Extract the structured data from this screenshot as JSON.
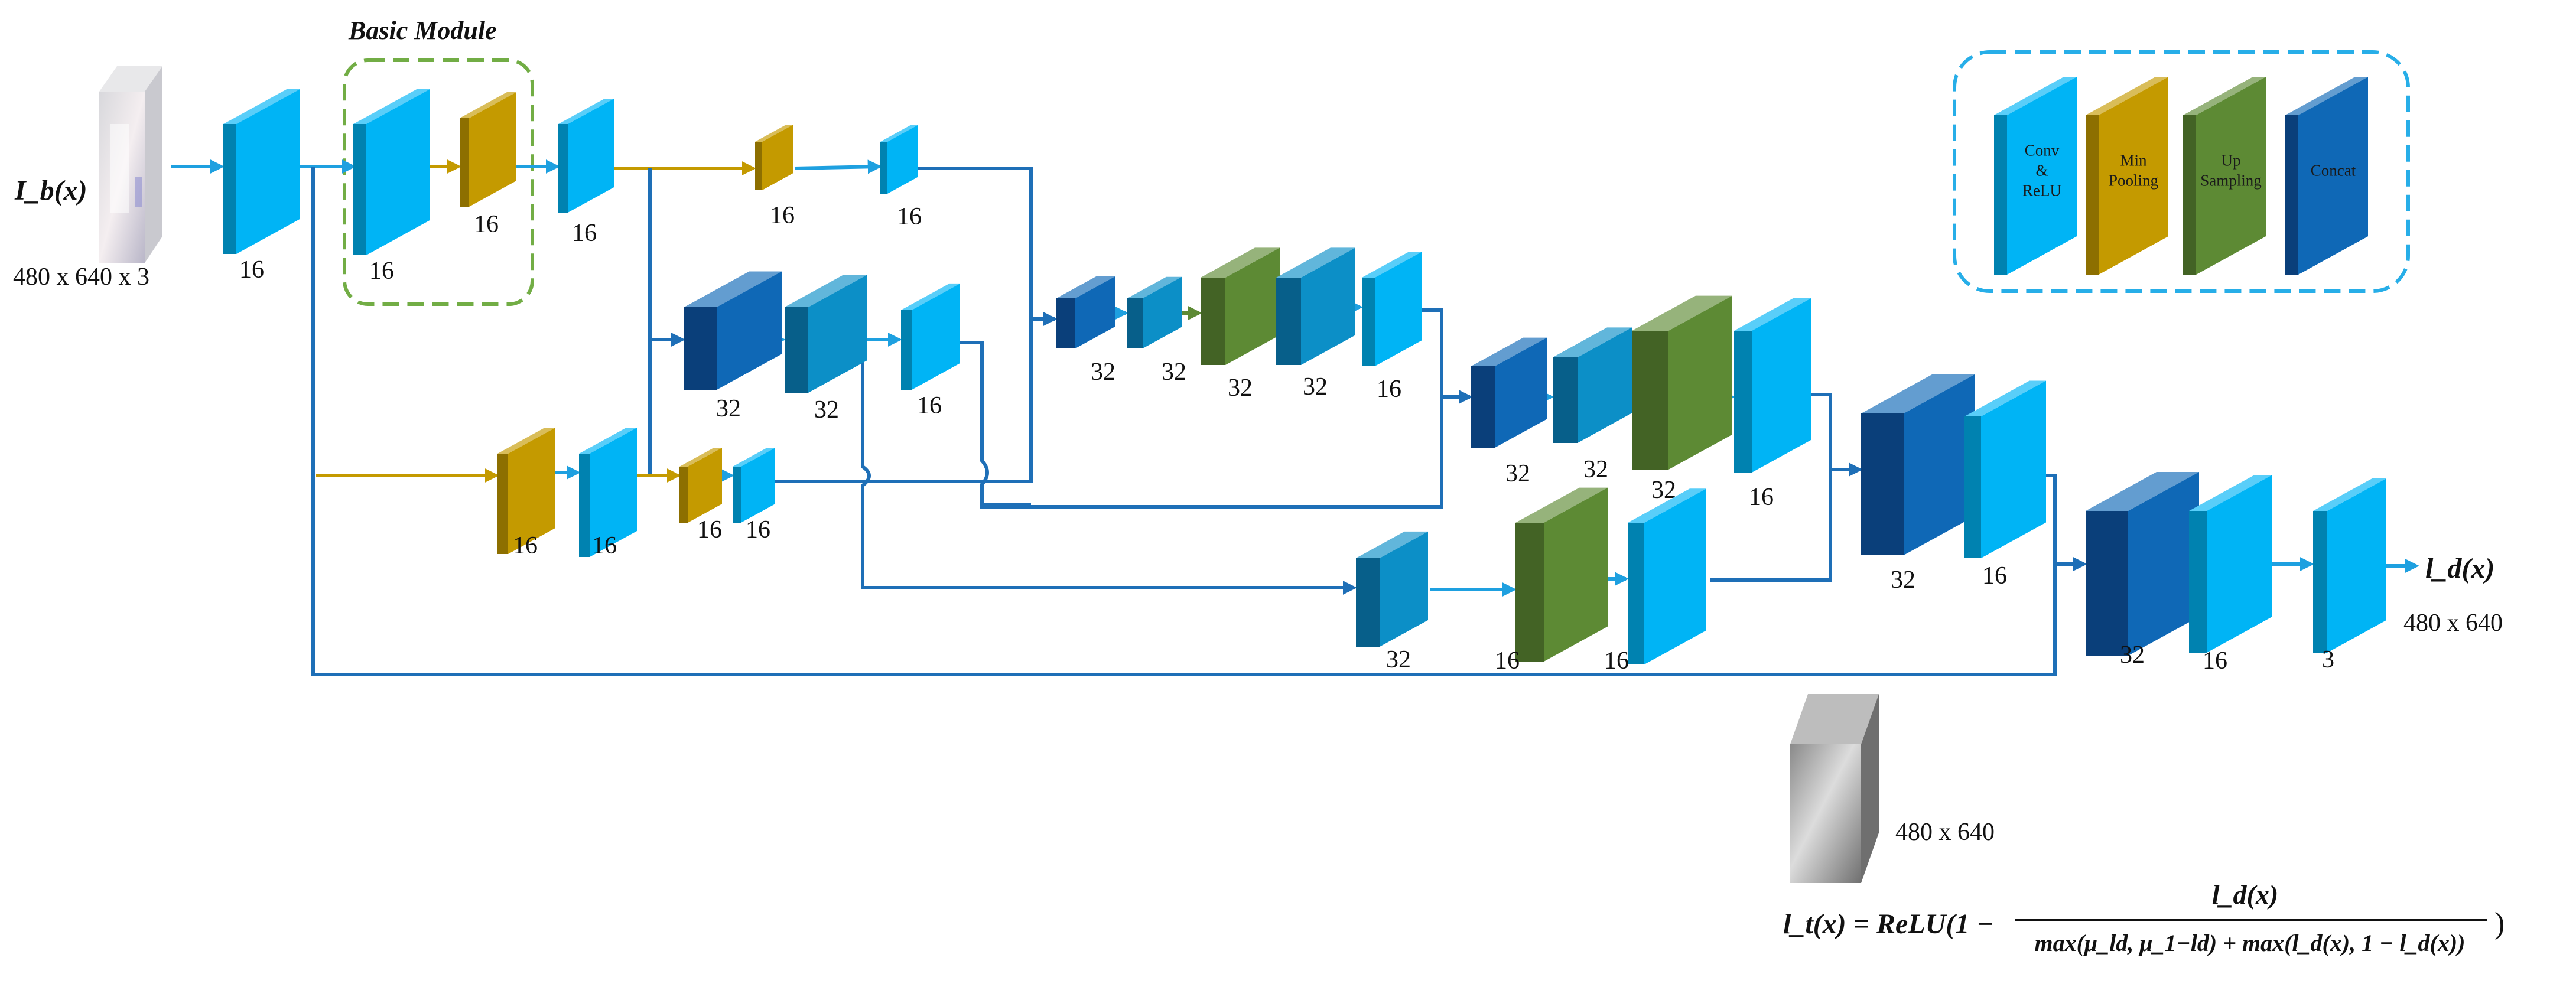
{
  "colors": {
    "conv": "#00b4f5",
    "pool": "#c49a00",
    "up": "#5d8a34",
    "concat": "#0f68b6",
    "arrow_conv": "#1ea0e0",
    "arrow_pool": "#c49a00",
    "arrow_up": "#5d8a34",
    "line": "#1e6fb7",
    "basic_border": "#72ad45",
    "legend_border": "#27aee8"
  },
  "texts": {
    "basic_module_title": "Basic Module",
    "input_label": "I_b(x)",
    "input_dims": "480 x 640 x 3",
    "output_label": "l_d(x)",
    "output_dims": "480  x 640",
    "map_dims": "480  x 640",
    "formula_lhs": "l_t(x) = ReLU(1 −",
    "formula_num": "l_d(x)",
    "formula_den": "max(μ_ld, μ_1−ld) + max(l_d(x), 1 − l_d(x))",
    "formula_close": ")"
  },
  "legend": [
    {
      "type": "conv",
      "lines": [
        "Conv",
        "&",
        "ReLU"
      ]
    },
    {
      "type": "pool",
      "lines": [
        "Min",
        "Pooling"
      ]
    },
    {
      "type": "up",
      "lines": [
        "Up",
        "Sampling"
      ]
    },
    {
      "type": "concat",
      "lines": [
        "Concat"
      ]
    }
  ],
  "blocks": [
    {
      "id": "b1",
      "type": "conv",
      "label": "16"
    },
    {
      "id": "b2",
      "type": "conv",
      "label": "16"
    },
    {
      "id": "b3",
      "type": "pool",
      "label": "16"
    },
    {
      "id": "b4",
      "type": "conv",
      "label": "16"
    },
    {
      "id": "b5",
      "type": "pool",
      "label": "16"
    },
    {
      "id": "b6",
      "type": "conv",
      "label": "16"
    },
    {
      "id": "b7",
      "type": "concat",
      "label": "32"
    },
    {
      "id": "b8",
      "type": "convd",
      "label": "32"
    },
    {
      "id": "b9",
      "type": "conv",
      "label": "16"
    },
    {
      "id": "b10",
      "type": "pool",
      "label": "16"
    },
    {
      "id": "b11",
      "type": "conv",
      "label": "16"
    },
    {
      "id": "b12",
      "type": "pool",
      "label": "16"
    },
    {
      "id": "b13",
      "type": "conv",
      "label": "16"
    },
    {
      "id": "b14",
      "type": "concat",
      "label": "32"
    },
    {
      "id": "b15",
      "type": "convd",
      "label": "32"
    },
    {
      "id": "b16",
      "type": "up",
      "label": "32"
    },
    {
      "id": "b17",
      "type": "convd",
      "label": "32"
    },
    {
      "id": "b18",
      "type": "conv",
      "label": "16"
    },
    {
      "id": "b19",
      "type": "concat",
      "label": "32"
    },
    {
      "id": "b20",
      "type": "convd",
      "label": "32"
    },
    {
      "id": "b21",
      "type": "up",
      "label": "32"
    },
    {
      "id": "b22",
      "type": "conv",
      "label": "16"
    },
    {
      "id": "b23",
      "type": "convd",
      "label": "32"
    },
    {
      "id": "b24",
      "type": "up",
      "label": "16"
    },
    {
      "id": "b25",
      "type": "conv",
      "label": "16"
    },
    {
      "id": "b26",
      "type": "concat",
      "label": "32"
    },
    {
      "id": "b27",
      "type": "conv",
      "label": "16"
    },
    {
      "id": "b28",
      "type": "concat",
      "label": "32"
    },
    {
      "id": "b29",
      "type": "conv",
      "label": "16"
    },
    {
      "id": "b30",
      "type": "conv",
      "label": "3"
    }
  ]
}
